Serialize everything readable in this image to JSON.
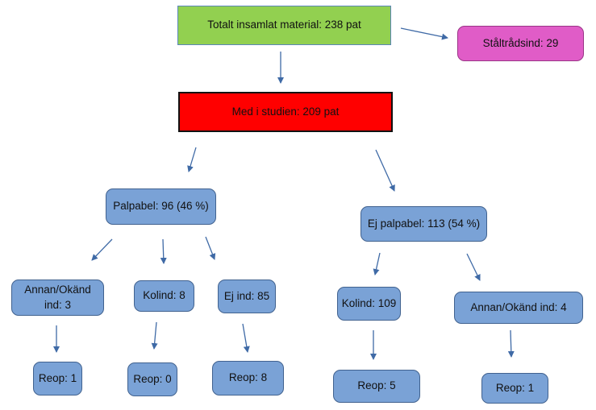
{
  "nodes": {
    "total": "Totalt insamlat material: 238 pat",
    "staltrad": "Ståltrådsind: 29",
    "med": "Med i studien: 209 pat",
    "palpabel": "Palpabel: 96 (46 %)",
    "ej_palpabel": "Ej palpabel: 113 (54 %)",
    "annan_okand_1": "Annan/Okänd ind: 3",
    "kolind": "Kolind: 8",
    "ej_ind": "Ej ind: 85",
    "kolind_2": "Kolind: 109",
    "annan_okand_2": "Annan/Okänd ind: 4",
    "reop_1": "Reop: 1",
    "reop_2": "Reop: 0",
    "reop_3": "Reop: 8",
    "reop_4": "Reop: 5",
    "reop_5": "Reop: 1"
  },
  "colors": {
    "total": "#92d050",
    "staltrad": "#e05cc7",
    "med": "#ff0000",
    "node": "#7aa2d6",
    "arrow": "#3f6aa6"
  }
}
